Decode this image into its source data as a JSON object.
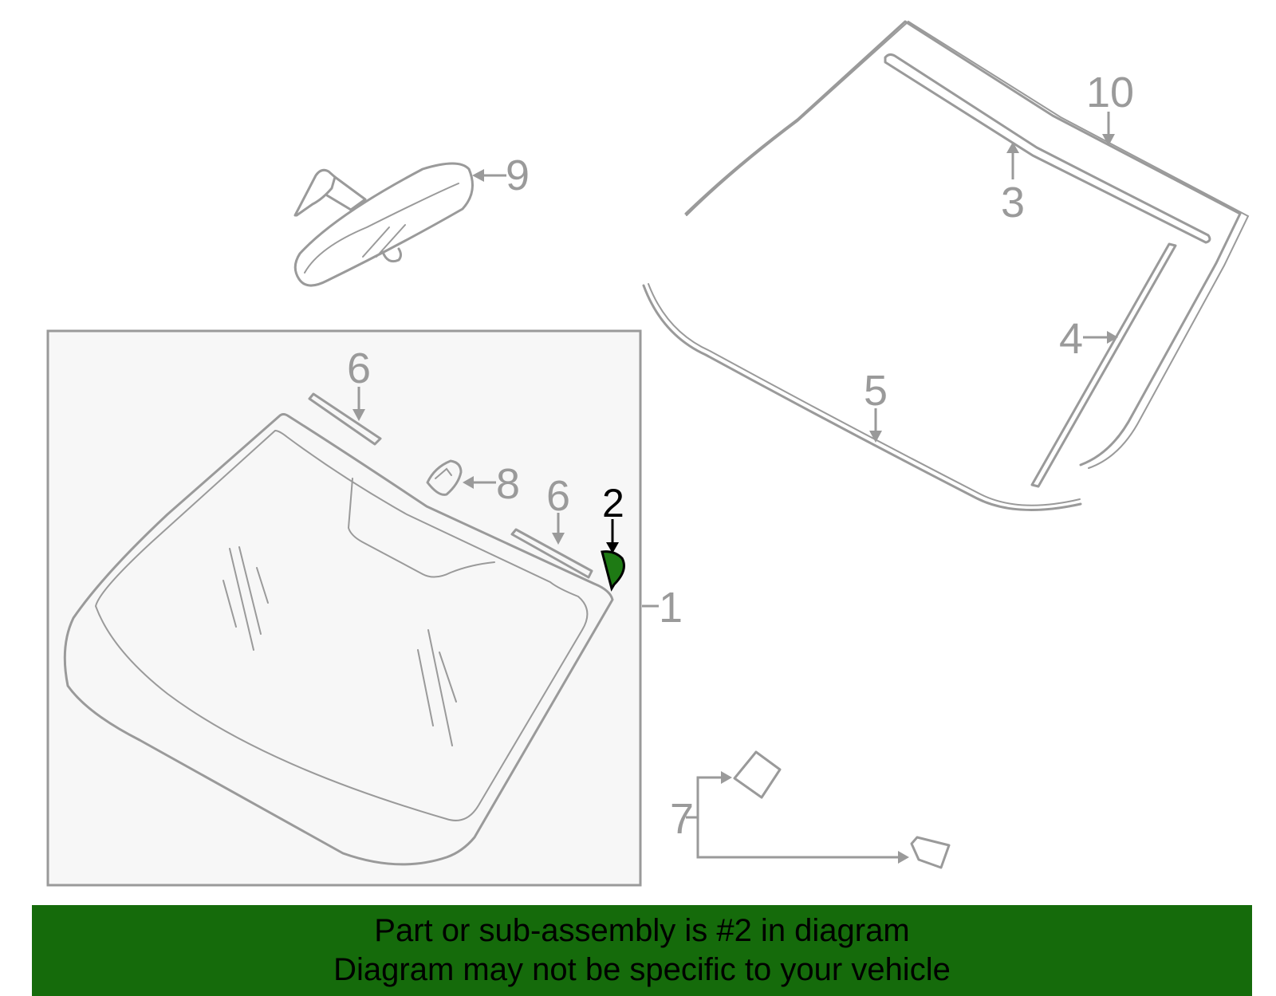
{
  "diagram": {
    "callouts": {
      "c1": "1",
      "c2": "2",
      "c3": "3",
      "c4": "4",
      "c5": "5",
      "c6a": "6",
      "c6b": "6",
      "c7": "7",
      "c8": "8",
      "c9": "9",
      "c10": "10"
    },
    "highlighted_part": "2",
    "colors": {
      "line_gray": "#9a9a9a",
      "highlight_green": "#1e7a14",
      "banner_green": "#156b0b",
      "box_fill": "#f7f7f7"
    }
  },
  "footer": {
    "line1": "Part or sub-assembly is #2 in diagram",
    "line2": "Diagram may not be specific to your vehicle"
  }
}
